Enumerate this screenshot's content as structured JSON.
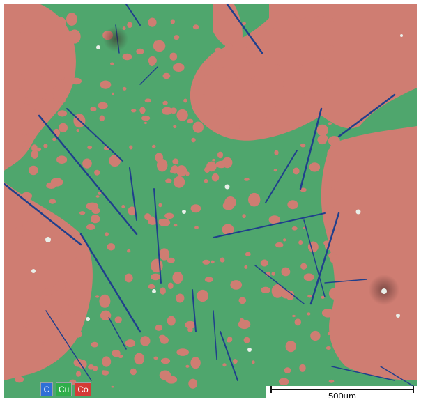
{
  "image": {
    "description_colors": {
      "copper_phase": "#4fa66d",
      "cobalt_phase": "#cf7d72",
      "carbon_fibers": "#1f3f8c",
      "particles": "#e9efe9"
    }
  },
  "legend": {
    "items": [
      {
        "label": "C",
        "color": "#2f6fd6"
      },
      {
        "label": "Cu",
        "color": "#2fae4a"
      },
      {
        "label": "Co",
        "color": "#d43a35"
      }
    ]
  },
  "scalebar": {
    "label": "500µm"
  }
}
